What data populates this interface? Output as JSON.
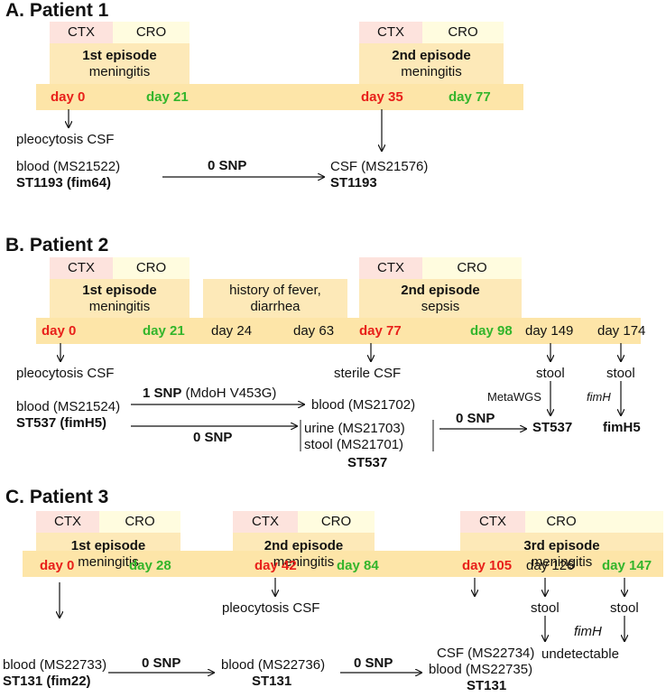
{
  "a": {
    "title": "A. Patient 1",
    "ctx": "CTX",
    "cro": "CRO",
    "ep1_title": "1st episode",
    "ep1_sub": "meningitis",
    "ep2_title": "2nd episode",
    "ep2_sub": "meningitis",
    "d0": "day 0",
    "d21": "day 21",
    "d35": "day 35",
    "d77": "day 77",
    "pleo": "pleocytosis CSF",
    "blood": "blood (MS21522)",
    "st_left": "ST1193 (fim64)",
    "snp": "0 SNP",
    "csf": "CSF (MS21576)",
    "st_right": "ST1193"
  },
  "b": {
    "title": "B. Patient 2",
    "ctx": "CTX",
    "cro": "CRO",
    "ep1_title": "1st episode",
    "ep1_sub": "meningitis",
    "hist1": "history of fever,",
    "hist2": "diarrhea",
    "ep2_title": "2nd episode",
    "ep2_sub": "sepsis",
    "d0": "day 0",
    "d21": "day 21",
    "d24": "day 24",
    "d63": "day 63",
    "d77": "day 77",
    "d98": "day 98",
    "d149": "day 149",
    "d174": "day 174",
    "pleo": "pleocytosis CSF",
    "sterile": "sterile CSF",
    "stool1": "stool",
    "stool2": "stool",
    "metawgs": "MetaWGS",
    "fimh": "fimH",
    "st537_r": "ST537",
    "fimh5": "fimH5",
    "blood": "blood (MS21524)",
    "st_left": "ST537 (fimH5)",
    "snp1_b": "1 SNP",
    "snp1_n": "(MdoH V453G)",
    "snp0": "0 SNP",
    "snp0b": "0 SNP",
    "blood2": "blood (MS21702)",
    "urine": "urine (MS21703)",
    "stool_ms": "stool (MS21701)",
    "st537_mid": "ST537"
  },
  "c": {
    "title": "C. Patient 3",
    "ctx": "CTX",
    "cro": "CRO",
    "ep1_title": "1st episode",
    "ep1_sub": "meningitis",
    "ep2_title": "2nd episode",
    "ep2_sub": "meningitis",
    "ep3_title": "3rd episode",
    "ep3_sub": "meningitis",
    "d0": "day 0",
    "d28": "day 28",
    "d42": "day 42",
    "d84": "day 84",
    "d105": "day 105",
    "d126": "day 126",
    "d147": "day 147",
    "pleo": "pleocytosis CSF",
    "stool1": "stool",
    "stool2": "stool",
    "fimh": "fimH",
    "undetect": "undetectable",
    "blood1": "blood (MS22733)",
    "st1": "ST131 (fim22)",
    "snp1": "0 SNP",
    "blood2": "blood (MS22736)",
    "st2": "ST131",
    "snp2": "0 SNP",
    "csf3": "CSF (MS22734)",
    "blood3": "blood (MS22735)",
    "st3": "ST131"
  }
}
